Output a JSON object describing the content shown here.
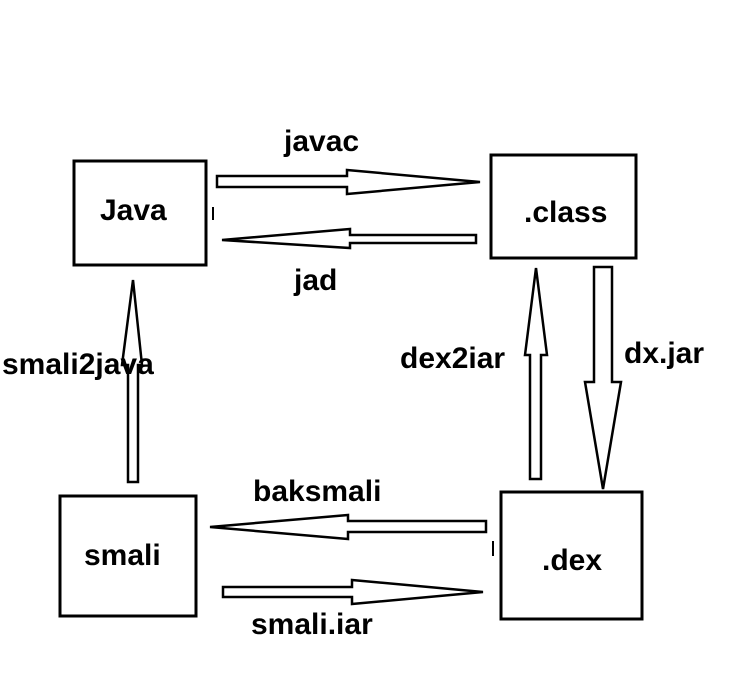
{
  "nodes": {
    "java": "Java",
    "class": ".class",
    "smali": "smali",
    "dex": ".dex"
  },
  "edges": {
    "javac": "javac",
    "jad": "jad",
    "smali2java": "smali2java",
    "dex2jar": "dex2iar",
    "dxjar": "dx.jar",
    "baksmali": "baksmali",
    "smalijar": "smali.iar"
  },
  "colors": {
    "stroke": "#000000",
    "background": "#ffffff"
  }
}
